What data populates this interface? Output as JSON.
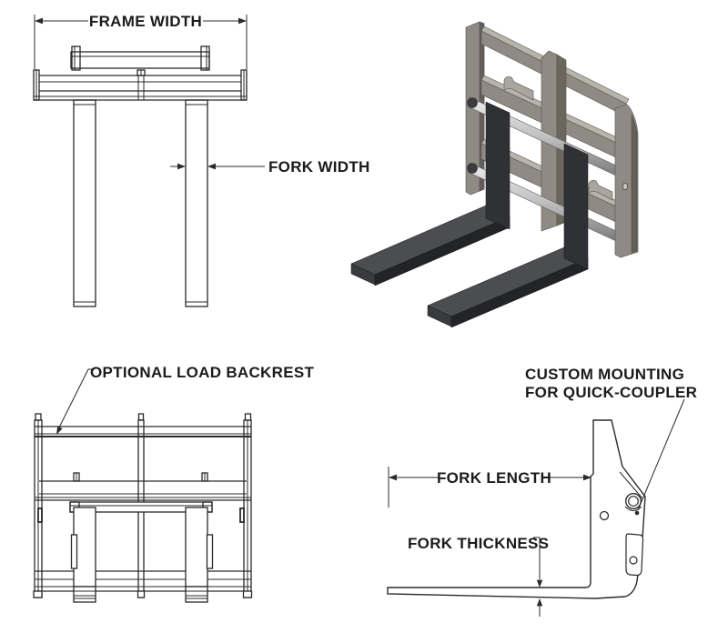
{
  "document": {
    "background": "#ffffff"
  },
  "colors": {
    "line": "#2a2a2a",
    "text": "#1b1b1b",
    "render_light": "#b8b4ac",
    "render_mid": "#8f8a84",
    "render_dark": "#645f59",
    "fork_dark": "#2b2c2f",
    "fork_top": "#4c4d50",
    "rod_light": "#e6e6e6"
  },
  "labels": {
    "frame_width": "FRAME WIDTH",
    "fork_width": "FORK WIDTH",
    "optional_load_backrest": "OPTIONAL LOAD BACKREST",
    "custom_mounting_line1": "CUSTOM MOUNTING",
    "custom_mounting_line2": "FOR QUICK-COUPLER",
    "fork_length": "FORK LENGTH",
    "fork_thickness": "FORK THICKNESS"
  }
}
